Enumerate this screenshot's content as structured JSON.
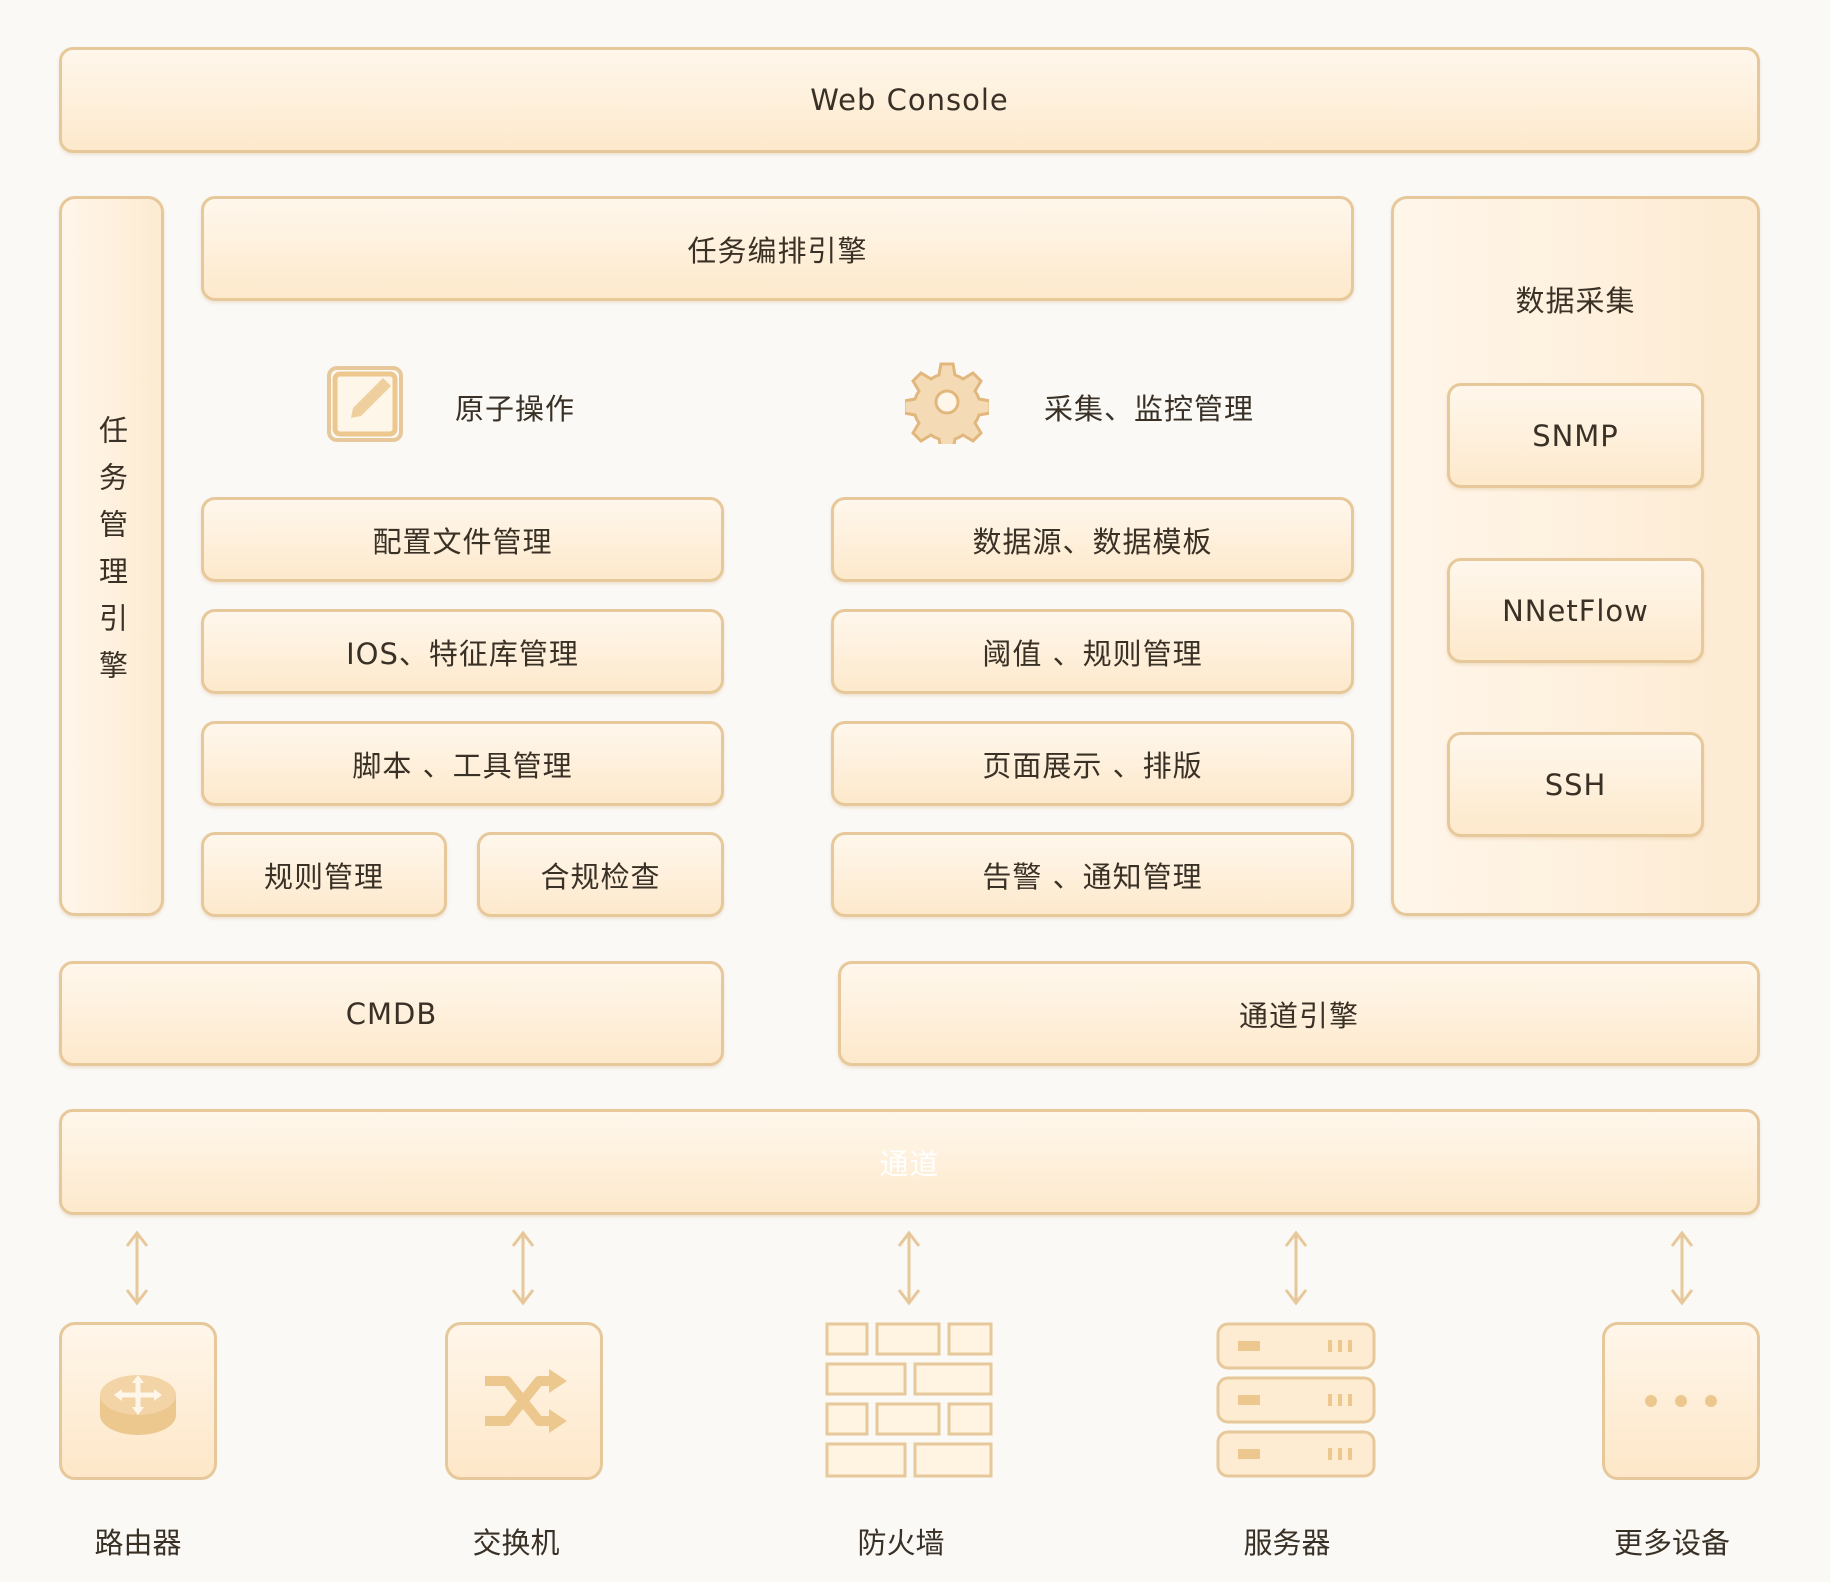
{
  "top": {
    "web_console": "Web Console"
  },
  "left_panel": {
    "title": "任务管理引擎"
  },
  "center": {
    "orchestration": "任务编排引擎",
    "atomic": {
      "label": "原子操作",
      "icon": "edit-icon",
      "items": [
        "配置文件管理",
        "IOS、特征库管理",
        "脚本 、工具管理"
      ],
      "row": [
        "规则管理",
        "合规检查"
      ]
    },
    "monitor": {
      "label": "采集、监控管理",
      "icon": "gear-icon",
      "items": [
        "数据源、数据模板",
        "阈值 、规则管理",
        "页面展示  、排版",
        "告警 、通知管理"
      ]
    }
  },
  "right_panel": {
    "title": "数据采集",
    "items": [
      "SNMP",
      "NNetFlow",
      "SSH"
    ]
  },
  "middle": {
    "cmdb": "CMDB",
    "channel_engine": "通道引擎"
  },
  "tunnel": {
    "label": "通道"
  },
  "devices": [
    {
      "label": "路由器",
      "icon": "router-icon"
    },
    {
      "label": "交换机",
      "icon": "switch-icon"
    },
    {
      "label": "防火墙",
      "icon": "firewall-icon"
    },
    {
      "label": "服务器",
      "icon": "server-icon"
    },
    {
      "label": "更多设备",
      "icon": "more-icon"
    }
  ],
  "colors": {
    "border": "#e7c89a",
    "fill_top": "#fff7ec",
    "fill_bottom": "#fde9cc",
    "icon": "#ecc78e",
    "text": "#3a3126"
  }
}
